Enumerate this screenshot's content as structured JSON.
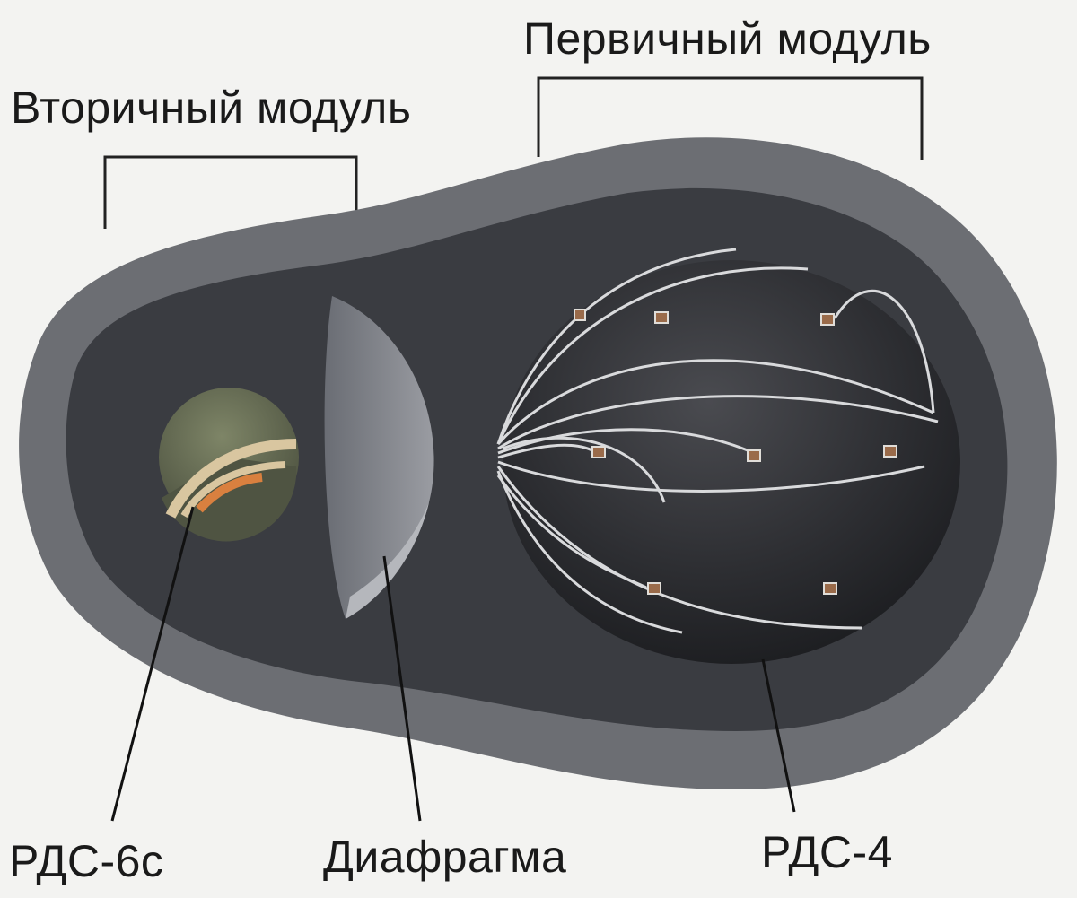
{
  "labels": {
    "primary_module": "Первичный модуль",
    "secondary_module": "Вторичный модуль",
    "rds6c": "РДС-6с",
    "diaphragm": "Диафрагма",
    "rds4": "РДС-4"
  },
  "colors": {
    "casing_outer": "#6e7075",
    "casing_inner": "#3b3d42",
    "sphere": "#2a2b2f",
    "wire": "#d9dadc",
    "detonator": "#9a6b4a",
    "secondary_core": "#6d7358",
    "secondary_ring": "#d9c6a0",
    "secondary_center": "#d9803f"
  }
}
